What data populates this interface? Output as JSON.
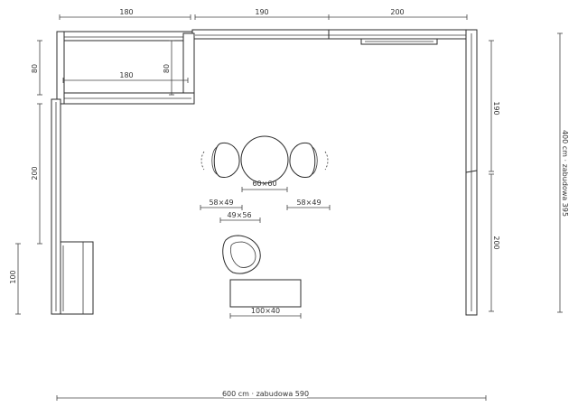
{
  "dimensions": {
    "top_left": "180",
    "top_middle": "190",
    "top_right": "200",
    "shelf_width": "180",
    "shelf_depth": "80",
    "left_upper_depth": "80",
    "left_middle": "200",
    "left_lower": "100",
    "right_upper": "190",
    "right_lower": "200",
    "table": "60×60",
    "chair_left": "58×49",
    "chair_right": "58×49",
    "armchair": "49×56",
    "bench": "100×40",
    "total_width": "600 cm · zabudowa 590",
    "total_height": "400 cm · zabudowa 395"
  }
}
